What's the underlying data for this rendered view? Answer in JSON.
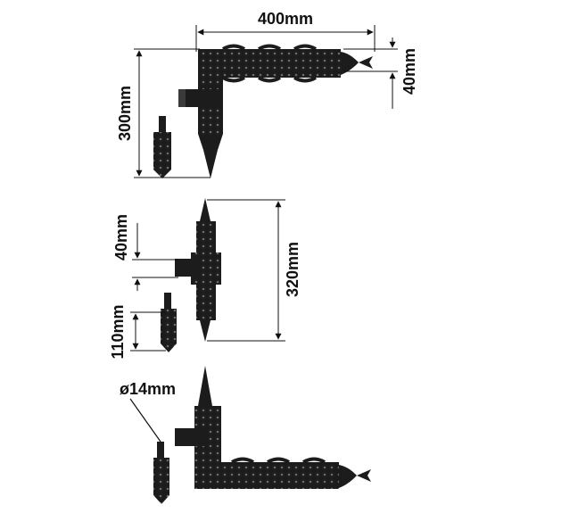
{
  "figure": {
    "colors": {
      "ink": "#111111",
      "metal": "#1c1c1c",
      "background": "#ffffff"
    },
    "hinge_top": {
      "width_label": "400mm",
      "height_label": "300mm",
      "strap_width_label": "40mm"
    },
    "hinge_middle": {
      "height_label": "320mm",
      "strap_width_label": "40mm",
      "pintle_label": "110mm"
    },
    "hinge_bottom": {
      "pin_diameter_label": "ø14mm"
    }
  }
}
